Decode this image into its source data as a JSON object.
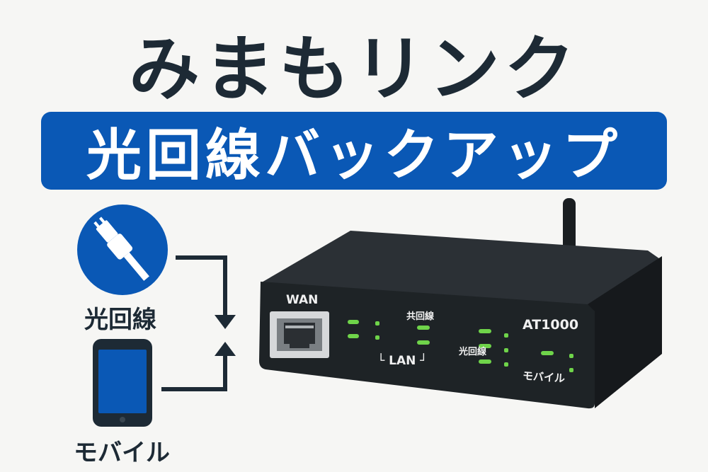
{
  "title": "みまもリンク",
  "banner": "光回線バックアップ",
  "inputs": {
    "fiber_label": "光回線",
    "mobile_label": "モバイル"
  },
  "router": {
    "wan_label": "WAN",
    "model": "AT1000",
    "lan_group_label": "共回線",
    "lan_label": "└ LAN ┘",
    "fiber_led_label": "光回線",
    "mobile_led_label": "モバイル"
  },
  "colors": {
    "banner": "#0a58b5",
    "led": "#6fd44a",
    "router_body": "#202528"
  },
  "icons": [
    "fiber-cable-icon",
    "smartphone-icon"
  ]
}
